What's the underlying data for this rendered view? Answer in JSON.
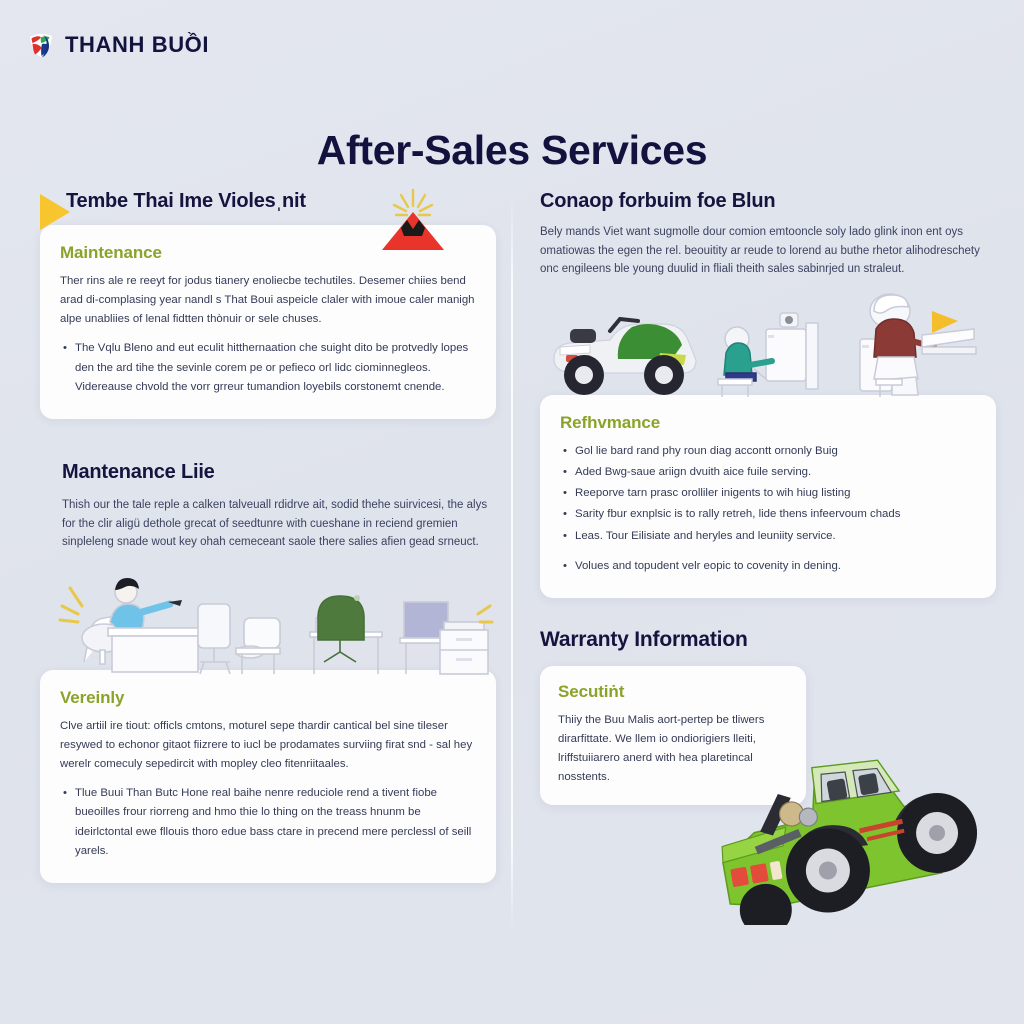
{
  "brand": {
    "name": "THANH BUỒI",
    "logo_icon": "shield-leaf-logo-icon",
    "colors": {
      "red": "#e03030",
      "green": "#2fa84f",
      "blue": "#1b3a8c",
      "navy": "#13133f"
    }
  },
  "header": {
    "title": "After-Sales Services"
  },
  "theme": {
    "background": "#e2e5ee",
    "card_bg": "#fdfdfd",
    "heading_navy": "#13123f",
    "accent_green": "#8aa329",
    "body_text": "#353b57",
    "yellow": "#f7c62e",
    "red": "#e8342b"
  },
  "left_column": {
    "section_1": {
      "heading": "Tembe Thai Ime Violesˌnit",
      "marker_icon": "yellow-triangle-icon",
      "badge_icon": "red-volcano-icon",
      "card": {
        "title": "Maintenance",
        "paragraph": "Ther rins ale re reeyt for jodus tianery enoliecbe techutiles. Desemer chiies bend arad di-complasing year nandl s That Boui aspeicle claler with imoue caler manigh alpe unabliies of lenal fidtten thònuir or sele chuses.",
        "bullets": [
          "The Vqlu Bleno and eut eculit hitthernaation che suight dito be protvedly lopes den the ard tihe the sevinle corem pe or pefieco orl lidc ciominnegleos. Videreause chvold the vorr grreur tumandion loyebils corstonemt cnende."
        ]
      }
    },
    "section_2": {
      "heading": "Mantenance Liie",
      "paragraph": "Thish our the tale reple a calken talveuall rdidrve ait, sodid thehe suirvicesi, the alys for the clir aligü dethole grecat of seedtunre with cueshane in reciend gremien sinpleleng snade wout key ohah cemeceant saole there salies afien gead srneuct.",
      "illustration": "office-desk-people-illustration",
      "card": {
        "title": "Vereinly",
        "paragraph": "Clve artiil ire tiout: officls cmtons, moturel sepe thardir cantical bel sine tileser resywed to echonor gitaot fiizrere to iucl be prodamates surviing firat snd - sal hey werelr comeculy sepedircit with mopley cleo fitenriitaales.",
        "bullets": [
          "Tlue Buui Than Butc Hone real baihe nenre reduciole rend a tivent fiobe bueoilles frour riorreng and hmo thie lo thing on the treass hnunm be ideirlctontal ewe fllouis thoro edue bass ctare in precend mere perclessl of seill yarels."
        ]
      }
    }
  },
  "right_column": {
    "section_1": {
      "heading": "Conaop forbuim foe Blun",
      "paragraph": "Bely mands Viet want sugmolle dour comion emtooncle soly lado glink inon ent oys omatiowas the egen the rel. beouitity ar reude to lorend au buthe rhetor alihodreschety onc engileens ble young duulid in fliali theith sales sabinrjed un straleut.",
      "illustration": "atv-service-desk-illustration",
      "card": {
        "title": "Refhvmance",
        "bullets": [
          "Gol lie bard rand phy roun diag accontt ornonly Buig",
          "Aded Bwg-saue ariign dvuith aice fuile serving.",
          "Reeporve tarn prasc orolliler inigents to wih hiug listing",
          "Sarity fbur exnplsic is to rally retreh, lide thens infeervoum chads",
          "Leas. Tour Eilisiate and heryles and leuniity service.",
          "Volues and topudent velr eopic to covenity in dening."
        ]
      }
    },
    "section_2": {
      "heading": "Warranty Information",
      "card": {
        "title": "Secutiṅt",
        "paragraph": "Thiiy the Buu Malis aort-pertep be tliwers dirarfittate. We llem io ondiorigiers lleiti, lriffstuiiarero anerd with hea plaretincal nosstents."
      },
      "illustration": "green-offroad-truck-illustration"
    }
  }
}
